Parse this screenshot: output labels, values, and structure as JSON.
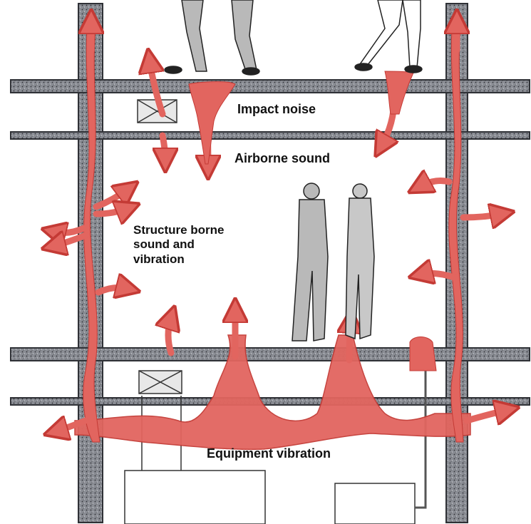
{
  "labels": {
    "impact": "Impact noise",
    "airborne": "Airborne sound",
    "structure_line1": "Structure borne",
    "structure_line2": "sound and",
    "structure_line3": "vibration",
    "equipment": "Equipment vibration"
  },
  "colors": {
    "vibration_red": "#e2655f",
    "vibration_edge": "#c43a35",
    "structure_gray": "#7c7f86",
    "structure_dark": "#3b3d43",
    "figure_gray": "#9a9a9a"
  }
}
